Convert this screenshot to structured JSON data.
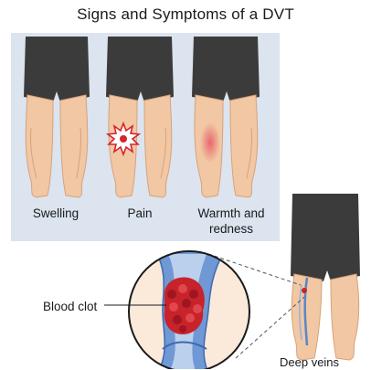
{
  "title": "Signs and Symptoms of a DVT",
  "panel": {
    "symptoms": [
      {
        "label": "Swelling"
      },
      {
        "label": "Pain"
      },
      {
        "label": "Warmth and redness"
      }
    ]
  },
  "callouts": {
    "blood_clot": "Blood clot",
    "deep_veins": "Deep veins"
  },
  "colors": {
    "panel_bg": "#dbe4ef",
    "skin": "#f1c7a4",
    "skin_shade": "#d9a27a",
    "shorts": "#3b3b3b",
    "vein": "#5a86c6",
    "clot": "#c8222b",
    "pain_star": "#d4242c",
    "redness": "#e8616a"
  }
}
